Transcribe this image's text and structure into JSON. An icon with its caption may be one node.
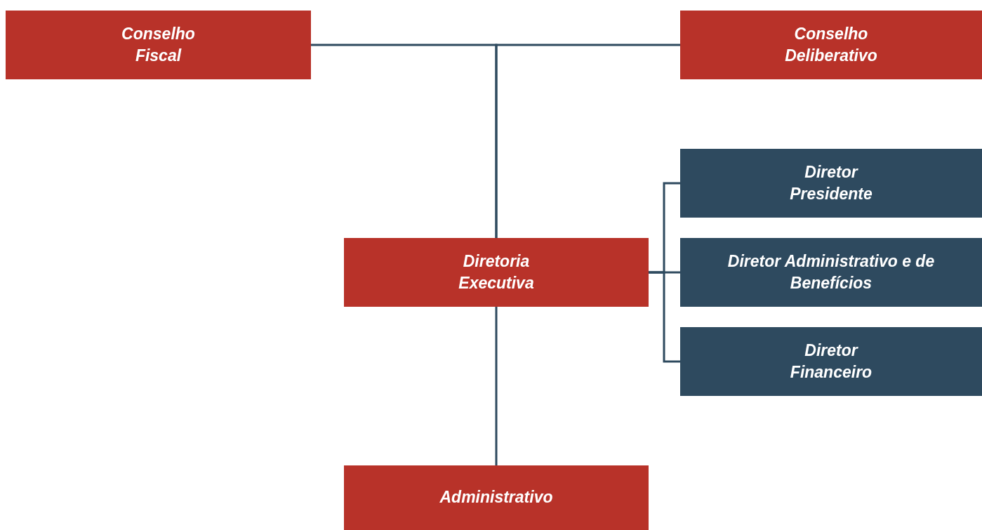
{
  "diagram": {
    "nodes": [
      {
        "text": [
          "Conselho Fiscal"
        ]
      },
      {
        "text": [
          "Conselho Deliberativo"
        ]
      },
      {
        "text": [
          "Diretoria Executiva"
        ]
      },
      {
        "text": [
          "Diretor Presidente"
        ]
      },
      {
        "text": [
          "Diretor Administrativo e de Benefícios"
        ]
      },
      {
        "text": [
          "Diretor Financeiro"
        ]
      },
      {
        "text": [
          "Administrativo"
        ]
      }
    ],
    "edges": [
      {
        "from": 0,
        "to": 2,
        "arrow": "none"
      },
      {
        "from": 1,
        "to": 2,
        "arrow": "none"
      },
      {
        "from": 2,
        "to": 3,
        "arrow": "none"
      },
      {
        "from": 2,
        "to": 4,
        "arrow": "none"
      },
      {
        "from": 2,
        "to": 5,
        "arrow": "none"
      },
      {
        "from": 2,
        "to": 6,
        "arrow": "none"
      }
    ]
  }
}
